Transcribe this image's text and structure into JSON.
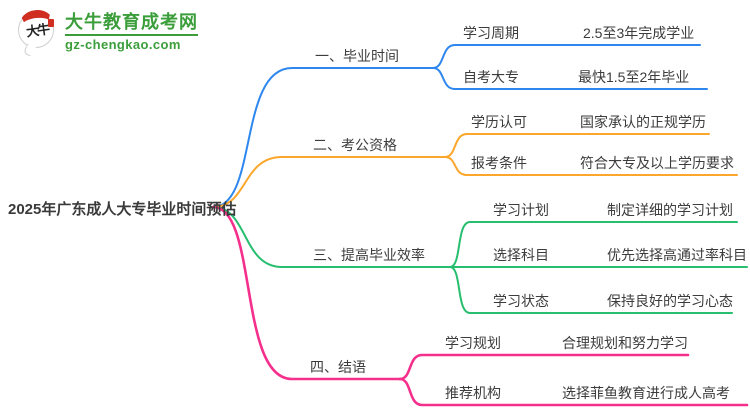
{
  "logo": {
    "icon_text": "大牛",
    "site_name": "大牛教育成考网",
    "site_url": "gz-chengkao.com"
  },
  "mindmap": {
    "title": "2025年广东成人大专毕业时间预估",
    "branches": [
      {
        "label": "一、毕业时间",
        "color_key": "c0",
        "children": [
          {
            "label": "学习周期",
            "value": "2.5至3年完成学业"
          },
          {
            "label": "自考大专",
            "value": "最快1.5至2年毕业"
          }
        ]
      },
      {
        "label": "二、考公资格",
        "color_key": "c1",
        "children": [
          {
            "label": "学历认可",
            "value": "国家承认的正规学历"
          },
          {
            "label": "报考条件",
            "value": "符合大专及以上学历要求"
          }
        ]
      },
      {
        "label": "三、提高毕业效率",
        "color_key": "c2",
        "children": [
          {
            "label": "学习计划",
            "value": "制定详细的学习计划"
          },
          {
            "label": "选择科目",
            "value": "优先选择高通过率科目"
          },
          {
            "label": "学习状态",
            "value": "保持良好的学习心态"
          }
        ]
      },
      {
        "label": "四、结语",
        "color_key": "c3",
        "children": [
          {
            "label": "学习规划",
            "value": "合理规划和努力学习"
          },
          {
            "label": "推荐机构",
            "value": "选择菲鱼教育进行成人高考"
          }
        ]
      }
    ]
  },
  "colors": {
    "c0": "#2e87ee",
    "c1": "#fca62b",
    "c2": "#27be70",
    "c3": "#f5308c",
    "brand": "#3b9e3b",
    "sealred": "#cf2e21",
    "text": "#3c3c3c"
  }
}
